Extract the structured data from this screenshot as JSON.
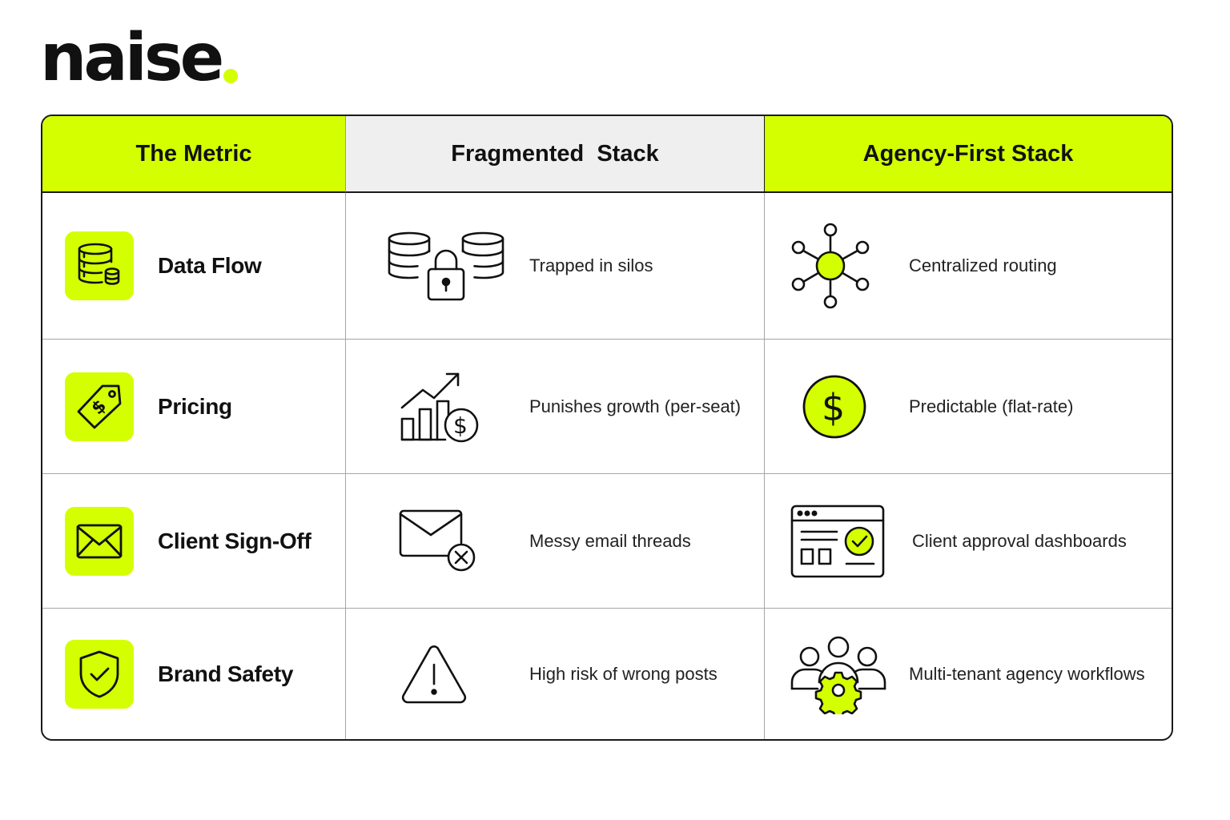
{
  "brand": {
    "name": "naise",
    "accent_color": "#d4ff00"
  },
  "table": {
    "headers": [
      "The Metric",
      "Fragmented  Stack",
      "Agency-First Stack"
    ],
    "rows": [
      {
        "metric": "Data Flow",
        "metric_icon": "database-stack-icon",
        "fragmented": "Trapped in silos",
        "fragmented_icon": "locked-databases-icon",
        "agency": "Centralized routing",
        "agency_icon": "hub-network-icon"
      },
      {
        "metric": "Pricing",
        "metric_icon": "price-tag-icon",
        "fragmented": "Punishes growth (per-seat)",
        "fragmented_icon": "growth-chart-dollar-icon",
        "agency": "Predictable (flat-rate)",
        "agency_icon": "dollar-coin-icon"
      },
      {
        "metric": "Client Sign-Off",
        "metric_icon": "envelope-icon",
        "fragmented": "Messy email threads",
        "fragmented_icon": "envelope-x-icon",
        "agency": "Client approval dashboards",
        "agency_icon": "dashboard-check-icon"
      },
      {
        "metric": "Brand Safety",
        "metric_icon": "shield-check-icon",
        "fragmented": "High risk of wrong posts",
        "fragmented_icon": "warning-triangle-icon",
        "agency": "Multi-tenant agency workflows",
        "agency_icon": "team-gear-icon"
      }
    ]
  }
}
